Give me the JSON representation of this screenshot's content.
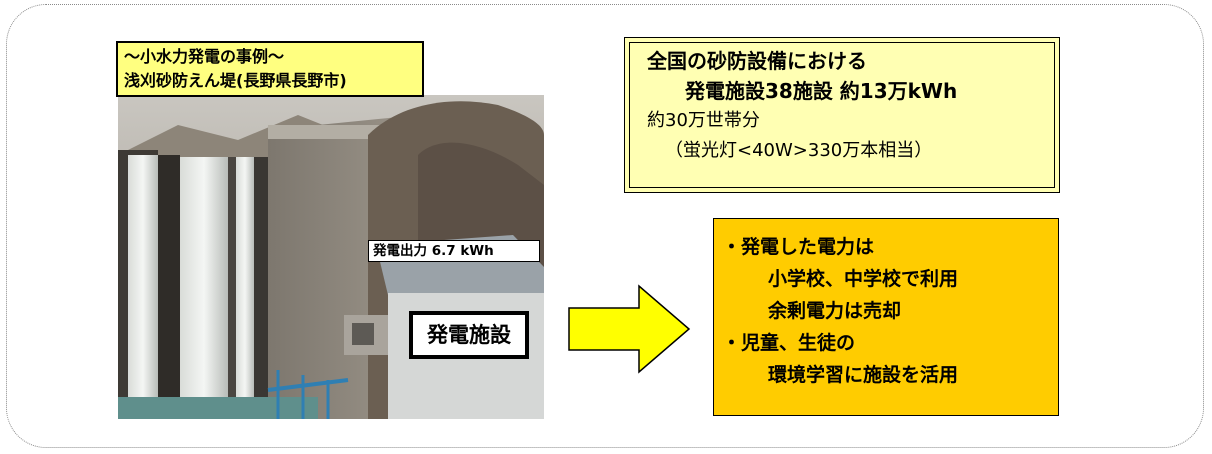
{
  "case_label": {
    "line1": "～小水力発電の事例～",
    "line2": "浅刈砂防えん堤(長野県長野市)"
  },
  "photo": {
    "output_label": "発電出力 6.7 kWh",
    "facility_label": "発電施設"
  },
  "summary": {
    "line1": "全国の砂防設備における",
    "line2": "発電施設38施設  約13万kWh",
    "line3": "約30万世帯分",
    "line4": "（蛍光灯<40W>330万本相当）"
  },
  "uses": {
    "line1": "・発電した電力は",
    "line2": "小学校、中学校で利用",
    "line3": "余剰電力は売却",
    "line4": "・児童、生徒の",
    "line5": "環境学習に施設を活用"
  },
  "colors": {
    "label_yellow": "#ffff80",
    "summary_yellow": "#ffffb3",
    "uses_orange": "#ffcc00",
    "arrow_fill": "#ffff00"
  }
}
